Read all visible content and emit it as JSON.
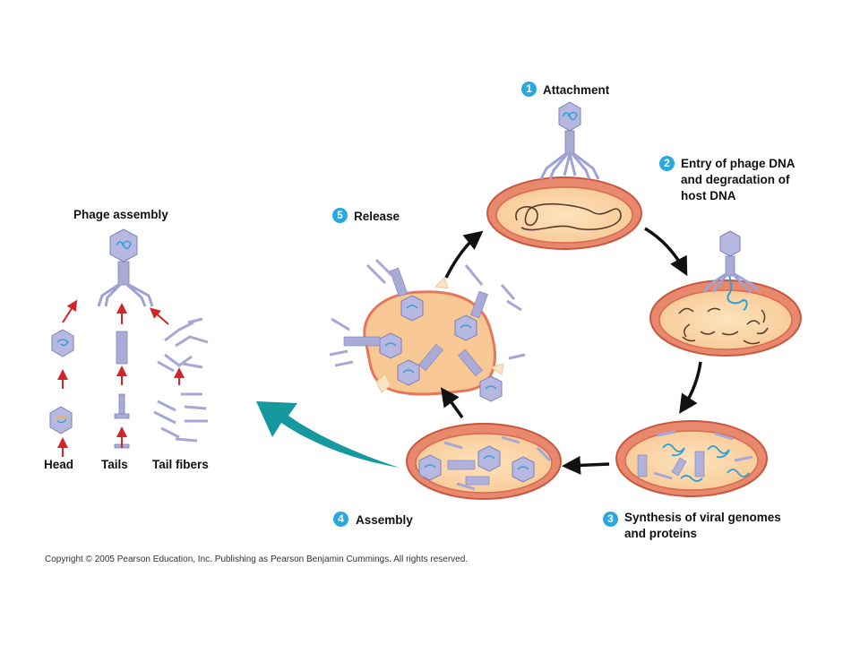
{
  "steps": [
    {
      "number": "1",
      "label": "Attachment"
    },
    {
      "number": "2",
      "label": "Entry of phage DNA and degradation of host DNA"
    },
    {
      "number": "3",
      "label": "Synthesis of viral genomes and proteins"
    },
    {
      "number": "4",
      "label": "Assembly"
    },
    {
      "number": "5",
      "label": "Release"
    }
  ],
  "phage_assembly": {
    "title": "Phage assembly",
    "parts": [
      "Head",
      "Tails",
      "Tail fibers"
    ]
  },
  "copyright": "Copyright © 2005 Pearson Education, Inc. Publishing as Pearson Benjamin Cummings. All rights reserved.",
  "colors": {
    "badge": "#29a8e0",
    "cell_fill": "#fbd9a8",
    "cell_wall": "#e4765c",
    "phage": "#b0b2dc",
    "dna": "#2aa0d6",
    "red_arrow": "#d3242a",
    "teal_arrow": "#15999e"
  }
}
